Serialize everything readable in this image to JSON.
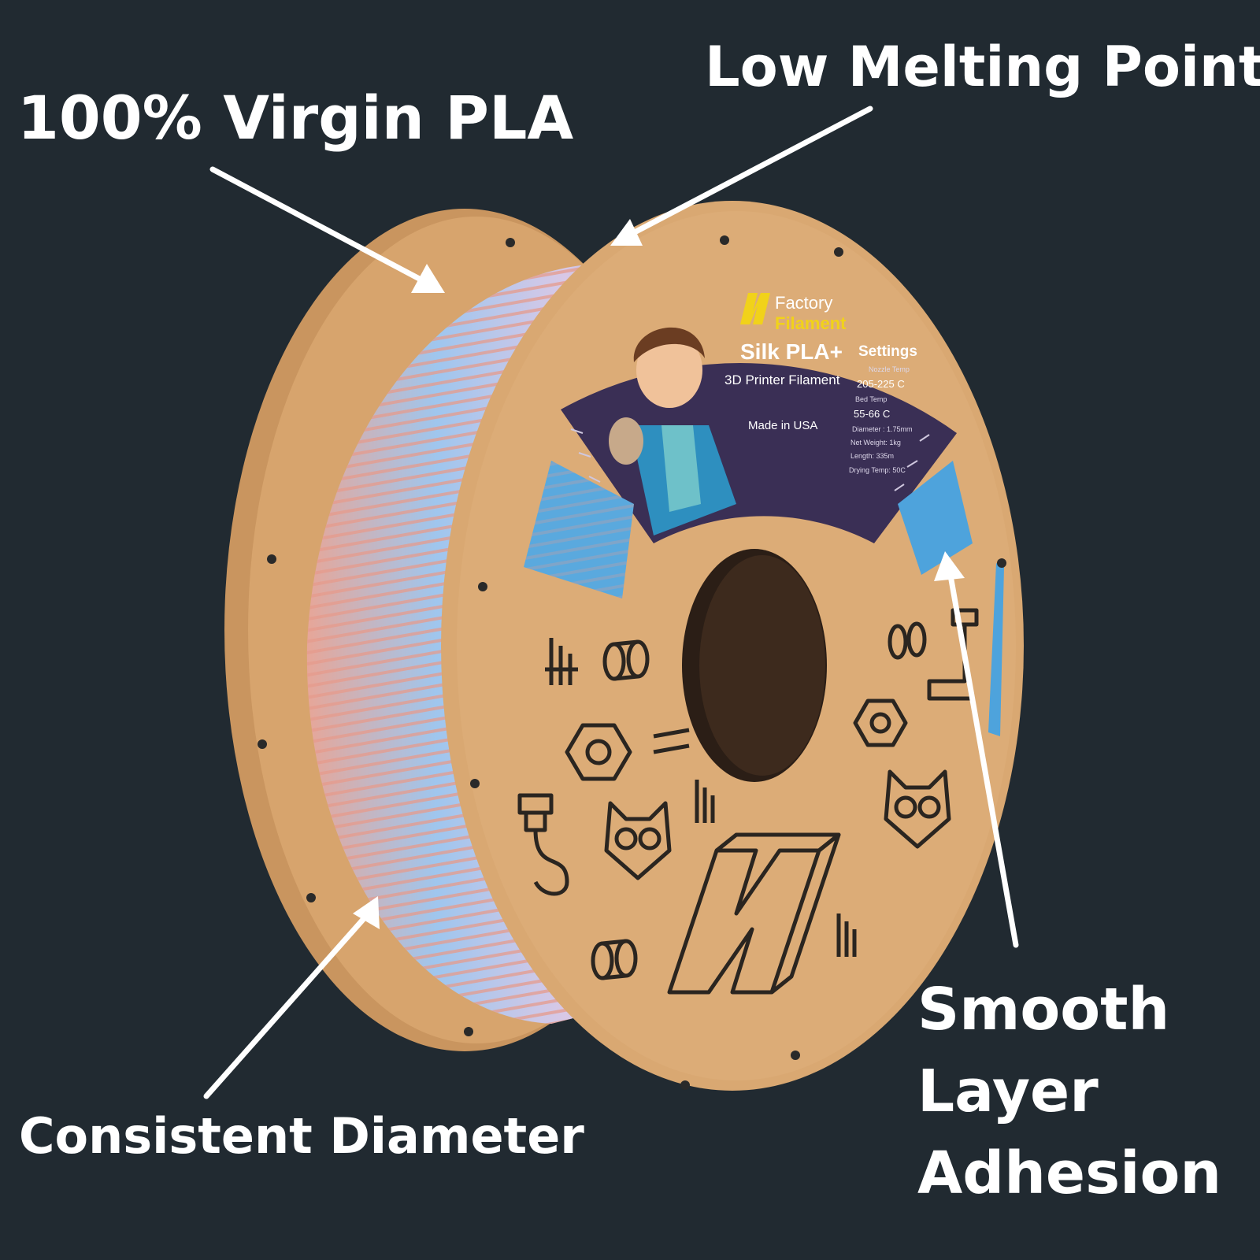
{
  "callouts": {
    "virgin": "100% Virgin PLA",
    "melting": "Low Melting Point",
    "diameter": "Consistent Diameter",
    "smooth": [
      "Smooth",
      "Layer",
      "Adhesion"
    ]
  },
  "label": {
    "brand_line1": "Factory",
    "brand_line2": "Filament",
    "product": "Silk PLA+",
    "subtitle": "3D Printer Filament",
    "origin": "Made in USA",
    "settings_title": "Settings",
    "nozzle_label": "Nozzle Temp",
    "nozzle_value": "205-225 C",
    "bed_label": "Bed Temp",
    "bed_value": "55-66 C",
    "diameter": "Diameter : 1.75mm",
    "weight": "Net Weight: 1kg",
    "length": "Length: 335m",
    "drying": "Drying Temp: 50C"
  },
  "colors": {
    "background": "#212a31",
    "cardboard": "#d9a872",
    "cardboard_dark": "#b98550",
    "label_bg": "#3a2f55",
    "filament_blue": "#7fb6e6",
    "filament_pink": "#e6a596",
    "brand_yellow": "#f1d21a"
  }
}
